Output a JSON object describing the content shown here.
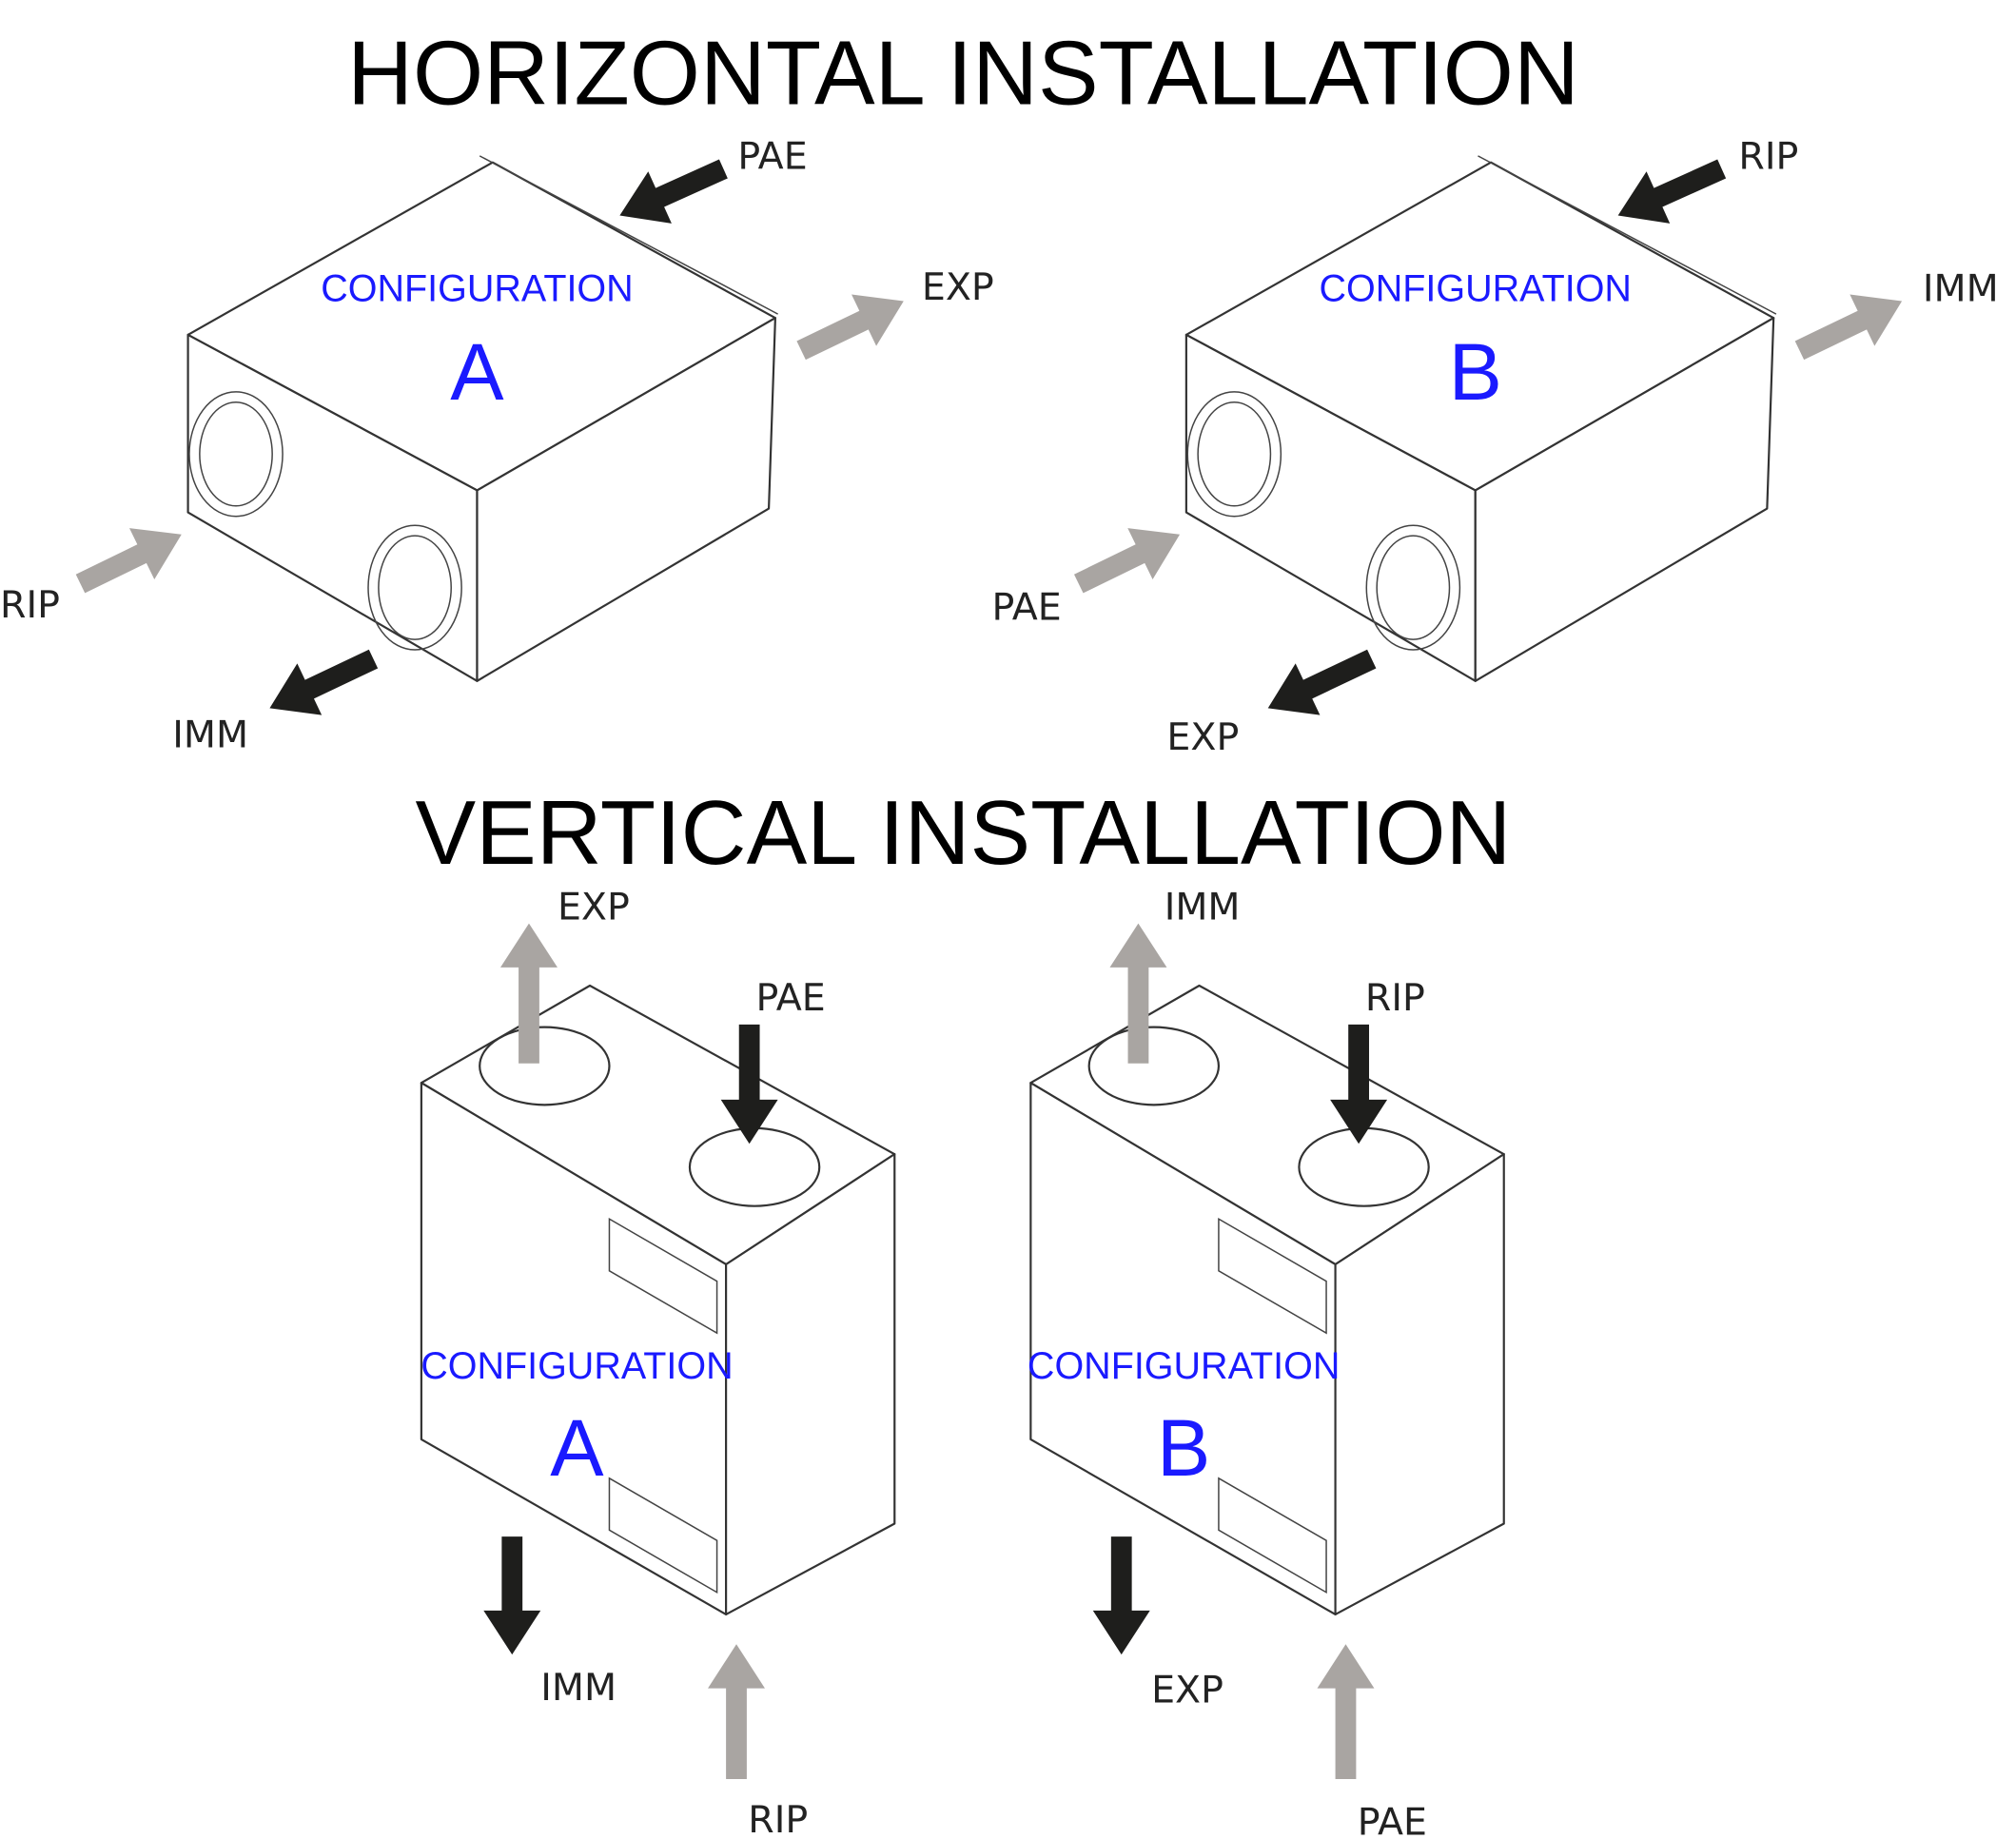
{
  "colors": {
    "config_text": "#1a1aff",
    "arrow_dark": "#1e1e1c",
    "arrow_light": "#a9a5a2"
  },
  "horizontal": {
    "title": "HORIZONTAL INSTALLATION",
    "config_a": {
      "config_label": "CONFIGURATION",
      "letter": "A",
      "labels": [
        "PAE",
        "EXP",
        "RIP",
        "IMM"
      ]
    },
    "config_b": {
      "config_label": "CONFIGURATION",
      "letter": "B",
      "labels": [
        "RIP",
        "IMM",
        "PAE",
        "EXP"
      ]
    }
  },
  "vertical": {
    "title": "VERTICAL INSTALLATION",
    "config_a": {
      "config_label": "CONFIGURATION",
      "letter": "A",
      "labels": [
        "EXP",
        "PAE",
        "IMM",
        "RIP"
      ]
    },
    "config_b": {
      "config_label": "CONFIGURATION",
      "letter": "B",
      "labels": [
        "IMM",
        "RIP",
        "EXP",
        "PAE"
      ]
    }
  }
}
